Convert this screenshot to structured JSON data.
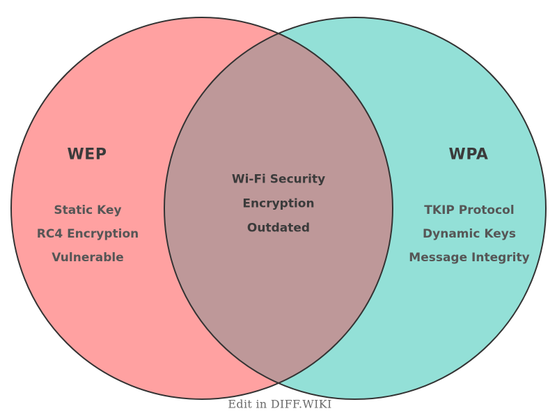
{
  "diagram": {
    "type": "venn",
    "left_set": {
      "title": "WEP",
      "items": [
        "Static Key",
        "RC4 Encryption",
        "Vulnerable"
      ]
    },
    "right_set": {
      "title": "WPA",
      "items": [
        "TKIP Protocol",
        "Dynamic Keys",
        "Message Integrity"
      ]
    },
    "intersection": {
      "items": [
        "Wi-Fi Security",
        "Encryption",
        "Outdated"
      ]
    },
    "footer": "Edit in DIFF.WIKI",
    "colors": {
      "left_fill": "#FFA1A1",
      "right_fill": "#93E0D7",
      "overlap_fill": "#BE9899",
      "stroke": "#333333",
      "title_text": "#3B3B3B",
      "item_text": "#565656",
      "footer_text": "#6B6B6B",
      "background": "#FFFFFF"
    }
  }
}
